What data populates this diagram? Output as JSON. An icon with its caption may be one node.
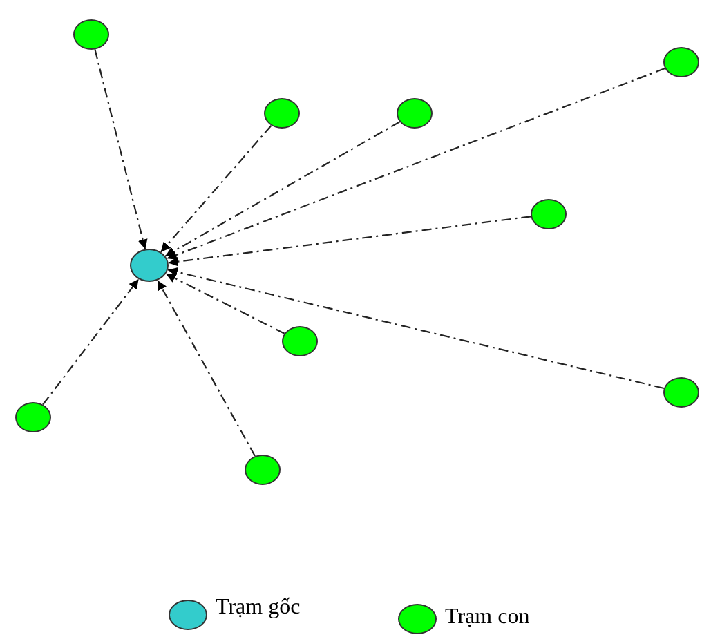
{
  "diagram": {
    "nodes": [
      {
        "text": [],
        "shape": "circle"
      },
      {
        "text": [],
        "shape": "circle"
      },
      {
        "text": [],
        "shape": "circle"
      },
      {
        "text": [],
        "shape": "circle"
      },
      {
        "text": [],
        "shape": "circle"
      },
      {
        "text": [],
        "shape": "circle"
      },
      {
        "text": [],
        "shape": "circle"
      },
      {
        "text": [],
        "shape": "circle"
      },
      {
        "text": [],
        "shape": "circle"
      },
      {
        "text": [],
        "shape": "circle"
      }
    ],
    "edges": [
      {
        "from": 1,
        "to": 0,
        "arrow": "to"
      },
      {
        "from": 2,
        "to": 0,
        "arrow": "to"
      },
      {
        "from": 3,
        "to": 0,
        "arrow": "to"
      },
      {
        "from": 4,
        "to": 0,
        "arrow": "to"
      },
      {
        "from": 5,
        "to": 0,
        "arrow": "to"
      },
      {
        "from": 6,
        "to": 0,
        "arrow": "to"
      },
      {
        "from": 7,
        "to": 0,
        "arrow": "to"
      },
      {
        "from": 8,
        "to": 0,
        "arrow": "to"
      },
      {
        "from": 9,
        "to": 0,
        "arrow": "to"
      }
    ],
    "legend": [
      {
        "text": "Trạm gốc",
        "color": "#33cccc"
      },
      {
        "text": "Trạm con",
        "color": "#00ff00"
      }
    ]
  }
}
